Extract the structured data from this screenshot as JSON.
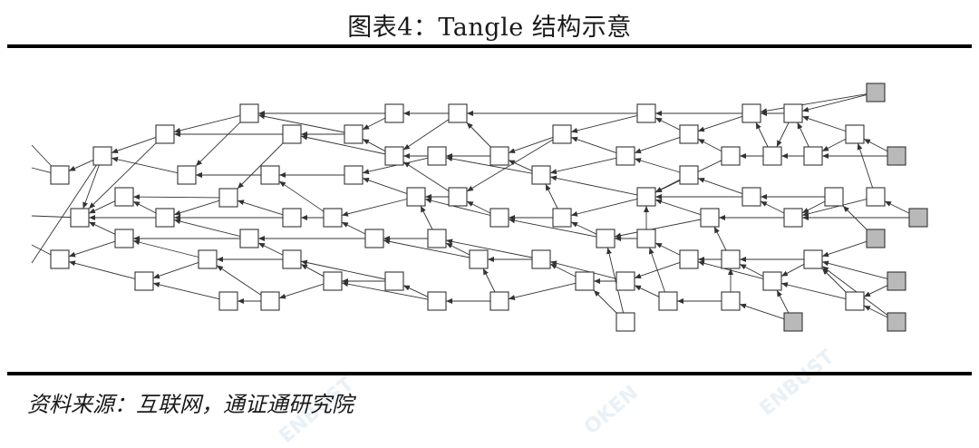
{
  "title": "图表4：Tangle 结构示意",
  "source": "资料来源：互联网，通证通研究院",
  "watermarks": [
    "ENBUST",
    "OKEN",
    "ENBUST"
  ],
  "colors": {
    "tip_fill": "#b9b9b9",
    "node_fill": "#ffffff",
    "stroke": "#333333"
  },
  "diagram": {
    "nodes": [
      [
        "a1",
        66,
        193,
        "n"
      ],
      [
        "a2",
        88,
        240,
        "n"
      ],
      [
        "a3",
        66,
        286,
        "n"
      ],
      [
        "a4",
        113,
        172,
        "n"
      ],
      [
        "a5",
        137,
        217,
        "n"
      ],
      [
        "a6",
        137,
        263,
        "n"
      ],
      [
        "a7",
        159,
        310,
        "n"
      ],
      [
        "a8",
        182,
        148,
        "n"
      ],
      [
        "a9",
        206,
        193,
        "n"
      ],
      [
        "a10",
        182,
        240,
        "n"
      ],
      [
        "b1",
        275,
        125,
        "n"
      ],
      [
        "b2",
        229,
        286,
        "n"
      ],
      [
        "b3",
        252,
        218,
        "n"
      ],
      [
        "b4",
        275,
        263,
        "n"
      ],
      [
        "b5",
        252,
        332,
        "n"
      ],
      [
        "b6",
        298,
        193,
        "n"
      ],
      [
        "b7",
        322,
        148,
        "n"
      ],
      [
        "b8",
        322,
        240,
        "n"
      ],
      [
        "b9",
        322,
        286,
        "n"
      ],
      [
        "b10",
        298,
        332,
        "n"
      ],
      [
        "c1",
        390,
        148,
        "n"
      ],
      [
        "c2",
        390,
        193,
        "n"
      ],
      [
        "c3",
        367,
        240,
        "n"
      ],
      [
        "c4",
        367,
        310,
        "n"
      ],
      [
        "c5",
        435,
        125,
        "n"
      ],
      [
        "c6",
        435,
        172,
        "n"
      ],
      [
        "c7",
        413,
        263,
        "n"
      ],
      [
        "c8",
        435,
        310,
        "n"
      ],
      [
        "c9",
        459,
        217,
        "n"
      ],
      [
        "c10",
        482,
        172,
        "n"
      ],
      [
        "d1",
        505,
        125,
        "n"
      ],
      [
        "d2",
        505,
        217,
        "n"
      ],
      [
        "d3",
        482,
        263,
        "n"
      ],
      [
        "d4",
        482,
        332,
        "n"
      ],
      [
        "d5",
        528,
        286,
        "n"
      ],
      [
        "d6",
        551,
        172,
        "n"
      ],
      [
        "d7",
        551,
        240,
        "n"
      ],
      [
        "d8",
        551,
        332,
        "n"
      ],
      [
        "d9",
        597,
        193,
        "n"
      ],
      [
        "d10",
        597,
        286,
        "n"
      ],
      [
        "e1",
        620,
        148,
        "n"
      ],
      [
        "e2",
        620,
        240,
        "n"
      ],
      [
        "e3",
        645,
        310,
        "n"
      ],
      [
        "e4",
        668,
        263,
        "n"
      ],
      [
        "e5",
        690,
        172,
        "n"
      ],
      [
        "e6",
        690,
        310,
        "n"
      ],
      [
        "e7",
        690,
        355,
        "n"
      ],
      [
        "e8",
        713,
        125,
        "n"
      ],
      [
        "e9",
        713,
        217,
        "n"
      ],
      [
        "e10",
        713,
        263,
        "n"
      ],
      [
        "f1",
        737,
        332,
        "n"
      ],
      [
        "f2",
        760,
        148,
        "n"
      ],
      [
        "f3",
        760,
        193,
        "n"
      ],
      [
        "f4",
        760,
        286,
        "n"
      ],
      [
        "f5",
        783,
        240,
        "n"
      ],
      [
        "f6",
        806,
        172,
        "n"
      ],
      [
        "f7",
        806,
        286,
        "n"
      ],
      [
        "f8",
        806,
        332,
        "n"
      ],
      [
        "f9",
        829,
        125,
        "n"
      ],
      [
        "f10",
        829,
        217,
        "n"
      ],
      [
        "g1",
        852,
        172,
        "n"
      ],
      [
        "g2",
        852,
        310,
        "n"
      ],
      [
        "g3",
        875,
        125,
        "n"
      ],
      [
        "g4",
        875,
        240,
        "n"
      ],
      [
        "g5",
        897,
        172,
        "n"
      ],
      [
        "g6",
        897,
        286,
        "n"
      ],
      [
        "g7",
        920,
        217,
        "n"
      ],
      [
        "g8",
        943,
        148,
        "n"
      ],
      [
        "g9",
        943,
        332,
        "n"
      ],
      [
        "g10",
        966,
        217,
        "n"
      ],
      [
        "t1",
        966,
        102,
        "t"
      ],
      [
        "t2",
        989,
        172,
        "t"
      ],
      [
        "t3",
        1013,
        240,
        "t"
      ],
      [
        "t4",
        966,
        263,
        "t"
      ],
      [
        "t5",
        989,
        310,
        "t"
      ],
      [
        "t6",
        989,
        355,
        "t"
      ],
      [
        "t7",
        875,
        355,
        "t"
      ]
    ],
    "edges": [
      [
        "a4",
        "a1"
      ],
      [
        "a4",
        "a2"
      ],
      [
        "a5",
        "a2"
      ],
      [
        "a6",
        "a3"
      ],
      [
        "a6",
        "a2"
      ],
      [
        "a7",
        "a3"
      ],
      [
        "a8",
        "a4"
      ],
      [
        "a8",
        "a2"
      ],
      [
        "a9",
        "a4"
      ],
      [
        "a10",
        "a5"
      ],
      [
        "a10",
        "a2"
      ],
      [
        "b1",
        "a8"
      ],
      [
        "b1",
        "a9"
      ],
      [
        "b3",
        "a5"
      ],
      [
        "b3",
        "a10"
      ],
      [
        "b2",
        "a6"
      ],
      [
        "b2",
        "a7"
      ],
      [
        "b4",
        "a10"
      ],
      [
        "b4",
        "a6"
      ],
      [
        "b5",
        "a7"
      ],
      [
        "b6",
        "a9"
      ],
      [
        "b7",
        "a8"
      ],
      [
        "b7",
        "b3"
      ],
      [
        "b8",
        "a10"
      ],
      [
        "b8",
        "b3"
      ],
      [
        "b9",
        "b2"
      ],
      [
        "b9",
        "b4"
      ],
      [
        "b10",
        "b5"
      ],
      [
        "b10",
        "b2"
      ],
      [
        "c1",
        "b7"
      ],
      [
        "c1",
        "b1"
      ],
      [
        "c2",
        "b6"
      ],
      [
        "c2",
        "a9"
      ],
      [
        "c3",
        "b8"
      ],
      [
        "c3",
        "b6"
      ],
      [
        "c4",
        "b9"
      ],
      [
        "c4",
        "b10"
      ],
      [
        "c5",
        "b1"
      ],
      [
        "c5",
        "c1"
      ],
      [
        "c6",
        "c1"
      ],
      [
        "c6",
        "b7"
      ],
      [
        "c7",
        "c3"
      ],
      [
        "c7",
        "b4"
      ],
      [
        "c8",
        "c4"
      ],
      [
        "c8",
        "b9"
      ],
      [
        "c9",
        "c2"
      ],
      [
        "c9",
        "c3"
      ],
      [
        "c10",
        "c6"
      ],
      [
        "c10",
        "c2"
      ],
      [
        "d1",
        "c5"
      ],
      [
        "d1",
        "c6"
      ],
      [
        "d2",
        "c9"
      ],
      [
        "d2",
        "c6"
      ],
      [
        "d3",
        "c7"
      ],
      [
        "d3",
        "c9"
      ],
      [
        "d4",
        "c8"
      ],
      [
        "d4",
        "c4"
      ],
      [
        "d5",
        "d3"
      ],
      [
        "d5",
        "c7"
      ],
      [
        "d6",
        "c10"
      ],
      [
        "d6",
        "d1"
      ],
      [
        "d7",
        "d2"
      ],
      [
        "d7",
        "c9"
      ],
      [
        "d8",
        "d4"
      ],
      [
        "d8",
        "d5"
      ],
      [
        "d9",
        "d6"
      ],
      [
        "d9",
        "c10"
      ],
      [
        "d10",
        "d5"
      ],
      [
        "d10",
        "d3"
      ],
      [
        "e1",
        "d6"
      ],
      [
        "e1",
        "d2"
      ],
      [
        "e2",
        "d7"
      ],
      [
        "e2",
        "d9"
      ],
      [
        "e3",
        "d10"
      ],
      [
        "e3",
        "d8"
      ],
      [
        "e4",
        "e2"
      ],
      [
        "e4",
        "d7"
      ],
      [
        "e5",
        "e1"
      ],
      [
        "e5",
        "d9"
      ],
      [
        "e6",
        "e3"
      ],
      [
        "e6",
        "d10"
      ],
      [
        "e7",
        "e3"
      ],
      [
        "e7",
        "e4"
      ],
      [
        "e8",
        "d1"
      ],
      [
        "e8",
        "e1"
      ],
      [
        "e9",
        "d9"
      ],
      [
        "e9",
        "e2"
      ],
      [
        "e10",
        "e4"
      ],
      [
        "e10",
        "e9"
      ],
      [
        "f1",
        "e6"
      ],
      [
        "f1",
        "e10"
      ],
      [
        "f2",
        "e8"
      ],
      [
        "f2",
        "e5"
      ],
      [
        "f3",
        "e5"
      ],
      [
        "f3",
        "e9"
      ],
      [
        "f4",
        "e10"
      ],
      [
        "f4",
        "e6"
      ],
      [
        "f5",
        "e9"
      ],
      [
        "f5",
        "e4"
      ],
      [
        "f6",
        "f2"
      ],
      [
        "f6",
        "e9"
      ],
      [
        "f7",
        "f4"
      ],
      [
        "f7",
        "f5"
      ],
      [
        "f8",
        "f1"
      ],
      [
        "f8",
        "f7"
      ],
      [
        "f9",
        "e8"
      ],
      [
        "f9",
        "f2"
      ],
      [
        "f10",
        "f3"
      ],
      [
        "f10",
        "e9"
      ],
      [
        "g1",
        "f9"
      ],
      [
        "g1",
        "f6"
      ],
      [
        "g2",
        "f7"
      ],
      [
        "g2",
        "f4"
      ],
      [
        "g3",
        "f9"
      ],
      [
        "g3",
        "g1"
      ],
      [
        "g4",
        "f10"
      ],
      [
        "g4",
        "f5"
      ],
      [
        "g5",
        "g3"
      ],
      [
        "g5",
        "g1"
      ],
      [
        "g6",
        "g2"
      ],
      [
        "g6",
        "f7"
      ],
      [
        "g7",
        "g4"
      ],
      [
        "g7",
        "f10"
      ],
      [
        "g8",
        "g3"
      ],
      [
        "g8",
        "g5"
      ],
      [
        "g9",
        "g2"
      ],
      [
        "g9",
        "g6"
      ],
      [
        "g10",
        "g4"
      ],
      [
        "g10",
        "g8"
      ],
      [
        "t1",
        "f9"
      ],
      [
        "t1",
        "g3"
      ],
      [
        "t2",
        "g8"
      ],
      [
        "t2",
        "g5"
      ],
      [
        "t3",
        "g10"
      ],
      [
        "t3",
        "g4"
      ],
      [
        "t4",
        "g7"
      ],
      [
        "t4",
        "g6"
      ],
      [
        "t5",
        "g6"
      ],
      [
        "t5",
        "g9"
      ],
      [
        "t6",
        "g9"
      ],
      [
        "t6",
        "g6"
      ],
      [
        "t7",
        "f8"
      ],
      [
        "t7",
        "g2"
      ],
      [
        "a1",
        "L1"
      ],
      [
        "a1",
        "L2"
      ],
      [
        "a2",
        "L3"
      ],
      [
        "a3",
        "L4"
      ],
      [
        "a4",
        "L5"
      ]
    ],
    "left_stubs": [
      [
        "L1",
        35,
        160
      ],
      [
        "L2",
        35,
        185
      ],
      [
        "L3",
        35,
        238
      ],
      [
        "L4",
        35,
        270
      ],
      [
        "L5",
        35,
        290
      ]
    ]
  }
}
